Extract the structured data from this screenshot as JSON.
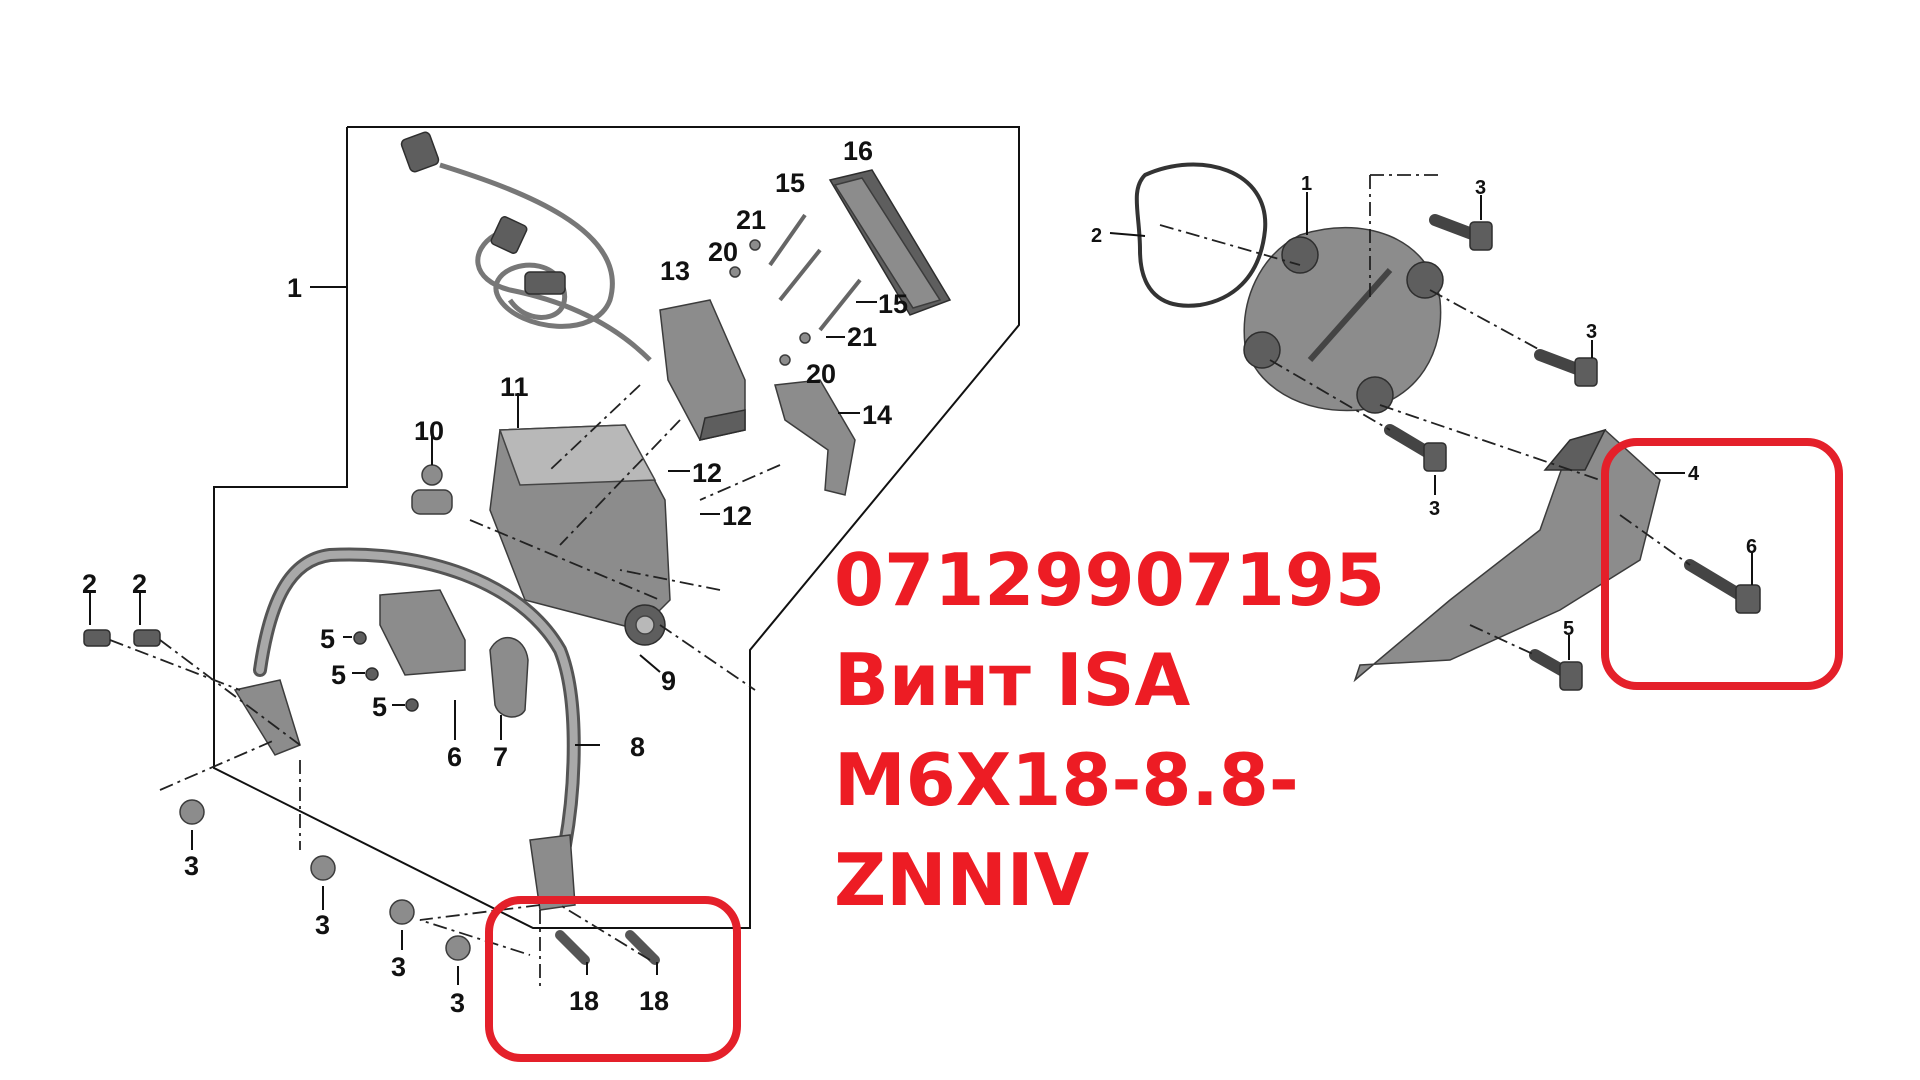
{
  "left_diagram": {
    "labels": [
      "1",
      "16",
      "15",
      "21",
      "20",
      "13",
      "15",
      "21",
      "20",
      "14",
      "11",
      "10",
      "12",
      "12",
      "9",
      "2",
      "2",
      "5",
      "5",
      "5",
      "6",
      "7",
      "8",
      "3",
      "3",
      "3",
      "3",
      "18",
      "18"
    ]
  },
  "right_diagram": {
    "labels": [
      "2",
      "1",
      "3",
      "3",
      "3",
      "4",
      "6",
      "5"
    ]
  },
  "caption": {
    "part_number": "07129907195",
    "line2": "Винт ISA",
    "line3": "M6X18-8.8-",
    "line4": "ZNNIV"
  },
  "colors": {
    "highlight": "#e4202a",
    "caption": "#ed1c24",
    "part": "#8c8c8c"
  }
}
